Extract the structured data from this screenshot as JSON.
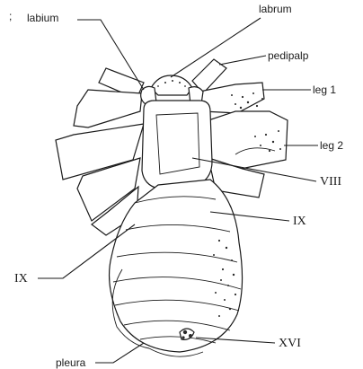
{
  "figure": {
    "corner_mark": ";",
    "labels": {
      "labium": "labium",
      "labrum": "labrum",
      "pedipalp": "pedipalp",
      "leg1": "leg 1",
      "leg2": "leg 2",
      "viii": "VIII",
      "ix_right": "IX",
      "ix_left": "IX",
      "xvi": "XVI",
      "pleura": "pleura"
    }
  }
}
